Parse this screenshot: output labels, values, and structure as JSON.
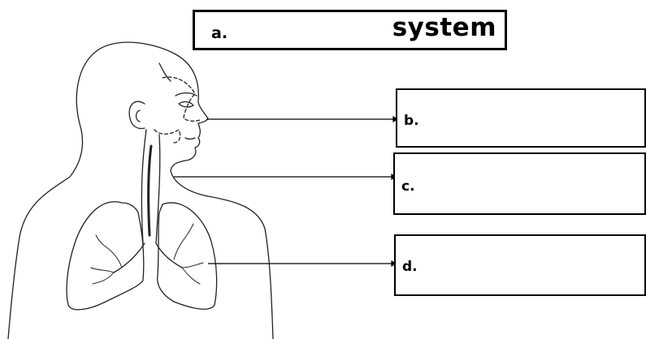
{
  "title": {
    "letter": "a.",
    "word": "system"
  },
  "labels": [
    {
      "letter": "b.",
      "text": ""
    },
    {
      "letter": "c.",
      "text": ""
    },
    {
      "letter": "d.",
      "text": ""
    }
  ],
  "colors": {
    "line": "#000000",
    "background": "#ffffff"
  }
}
